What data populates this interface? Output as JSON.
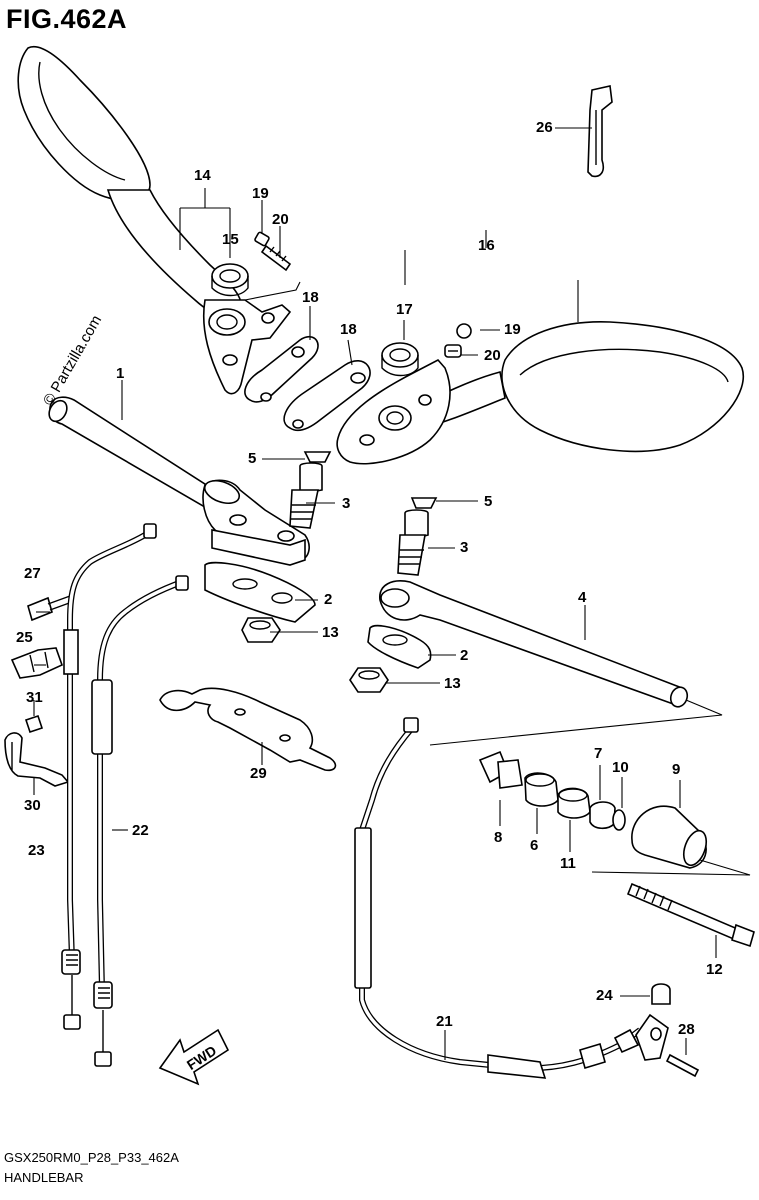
{
  "header": {
    "title": "FIG.462A"
  },
  "watermark": "© Partzilla.com",
  "footer": {
    "code": "GSX250RM0_P28_P33_462A",
    "name": "HANDLEBAR"
  },
  "fwd_label": "FWD",
  "callouts": {
    "c1": "1",
    "c2a": "2",
    "c2b": "2",
    "c3a": "3",
    "c3b": "3",
    "c4": "4",
    "c5a": "5",
    "c5b": "5",
    "c6": "6",
    "c7": "7",
    "c8": "8",
    "c9": "9",
    "c10": "10",
    "c11": "11",
    "c12": "12",
    "c13a": "13",
    "c13b": "13",
    "c14": "14",
    "c15": "15",
    "c16": "16",
    "c17": "17",
    "c18a": "18",
    "c18b": "18",
    "c19a": "19",
    "c19b": "19",
    "c20a": "20",
    "c20b": "20",
    "c21": "21",
    "c22": "22",
    "c23": "23",
    "c24": "24",
    "c25": "25",
    "c26": "26",
    "c27": "27",
    "c28": "28",
    "c29": "29",
    "c30": "30",
    "c31": "31"
  }
}
